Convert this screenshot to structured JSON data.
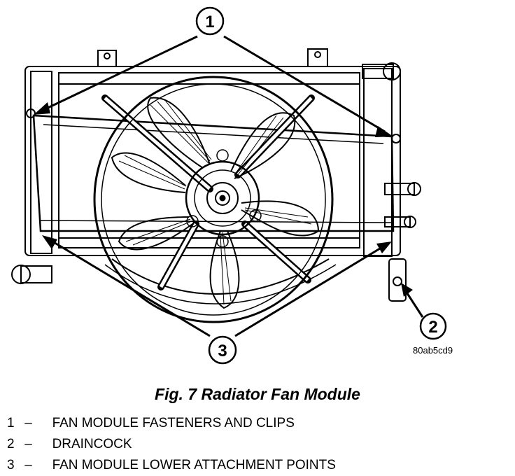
{
  "figure": {
    "code": "80ab5cd9",
    "caption": "Fig. 7 Radiator Fan Module"
  },
  "callouts": [
    {
      "number": "1",
      "label": "FAN MODULE FASTENERS AND CLIPS"
    },
    {
      "number": "2",
      "label": "DRAINCOCK"
    },
    {
      "number": "3",
      "label": "FAN MODULE LOWER ATTACHMENT POINTS"
    }
  ],
  "separator": "–"
}
